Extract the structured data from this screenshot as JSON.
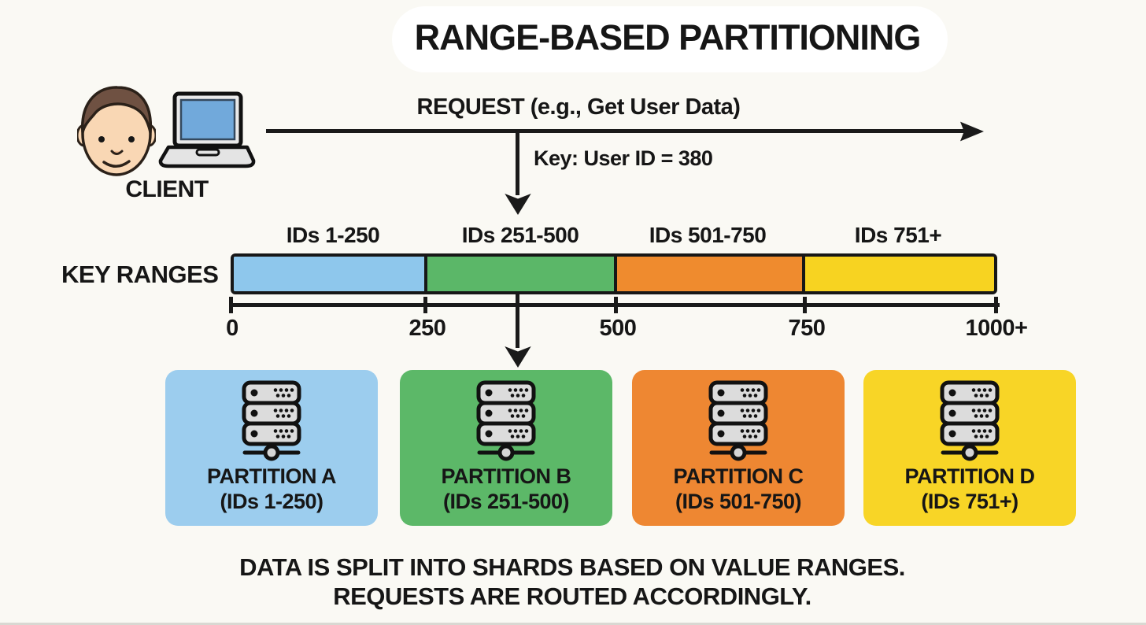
{
  "title": "RANGE-BASED PARTITIONING",
  "client": {
    "label": "CLIENT"
  },
  "request": {
    "label": "REQUEST (e.g., Get User Data)",
    "key_label": "Key: User ID = 380"
  },
  "key_ranges": {
    "label": "KEY RANGES",
    "segments": [
      {
        "label": "IDs 1-250",
        "color": "#8ec7ec"
      },
      {
        "label": "IDs 251-500",
        "color": "#5bb768"
      },
      {
        "label": "IDs 501-750",
        "color": "#ef8b2e"
      },
      {
        "label": "IDs 751+",
        "color": "#f7d321"
      }
    ],
    "axis_ticks": [
      "0",
      "250",
      "500",
      "750",
      "1000+"
    ]
  },
  "partitions": [
    {
      "name": "PARTITION A",
      "range": "(IDs 1-250)",
      "color": "#9ccdee"
    },
    {
      "name": "PARTITION B",
      "range": "(IDs 251-500)",
      "color": "#5cb868"
    },
    {
      "name": "PARTITION C",
      "range": "(IDs 501-750)",
      "color": "#ee8732"
    },
    {
      "name": "PARTITION D",
      "range": "(IDs 751+)",
      "color": "#f8d526"
    }
  ],
  "caption": {
    "line1": "DATA IS SPLIT INTO SHARDS BASED ON VALUE RANGES.",
    "line2": "REQUESTS ARE ROUTED ACCORDINGLY."
  }
}
